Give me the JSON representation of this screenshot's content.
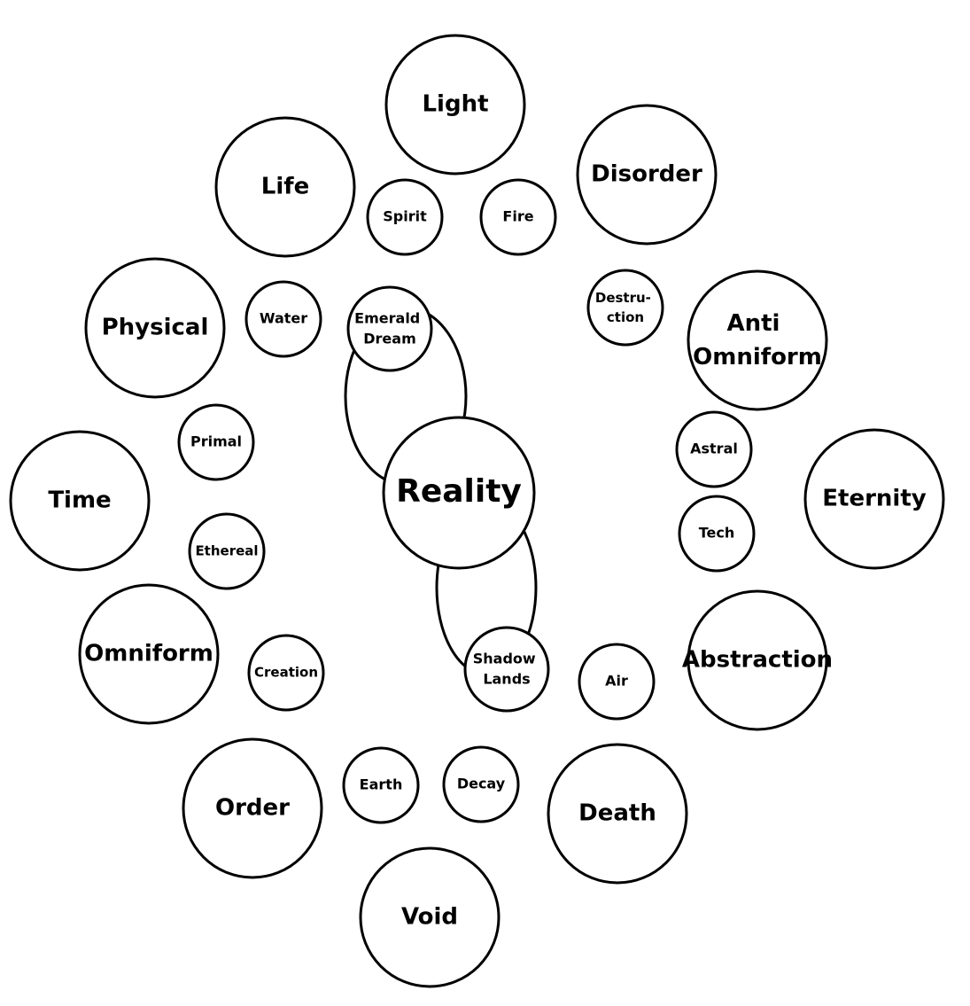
{
  "diagram": {
    "nodes": [
      {
        "id": "light",
        "label": "Light"
      },
      {
        "id": "life",
        "label": "Life"
      },
      {
        "id": "disorder",
        "label": "Disorder"
      },
      {
        "id": "spirit",
        "label": "Spirit"
      },
      {
        "id": "fire",
        "label": "Fire"
      },
      {
        "id": "physical",
        "label": "Physical"
      },
      {
        "id": "water",
        "label": "Water"
      },
      {
        "id": "emerald-dream",
        "label": "Emerald Dream"
      },
      {
        "id": "destruction",
        "label": "Destru- ction"
      },
      {
        "id": "anti-omniform",
        "label": "Anti Omniform"
      },
      {
        "id": "primal",
        "label": "Primal"
      },
      {
        "id": "astral",
        "label": "Astral"
      },
      {
        "id": "time",
        "label": "Time"
      },
      {
        "id": "reality",
        "label": "Reality"
      },
      {
        "id": "eternity",
        "label": "Eternity"
      },
      {
        "id": "ethereal",
        "label": "Ethereal"
      },
      {
        "id": "tech",
        "label": "Tech"
      },
      {
        "id": "omniform",
        "label": "Omniform"
      },
      {
        "id": "creation",
        "label": "Creation"
      },
      {
        "id": "shadow-lands",
        "label": "Shadow Lands"
      },
      {
        "id": "air",
        "label": "Air"
      },
      {
        "id": "abstraction",
        "label": "Abstraction"
      },
      {
        "id": "order",
        "label": "Order"
      },
      {
        "id": "earth",
        "label": "Earth"
      },
      {
        "id": "decay",
        "label": "Decay"
      },
      {
        "id": "death",
        "label": "Death"
      },
      {
        "id": "void",
        "label": "Void"
      }
    ],
    "connections": [
      {
        "from": "reality",
        "to": "emerald-dream"
      },
      {
        "from": "reality",
        "to": "shadow-lands"
      }
    ]
  }
}
